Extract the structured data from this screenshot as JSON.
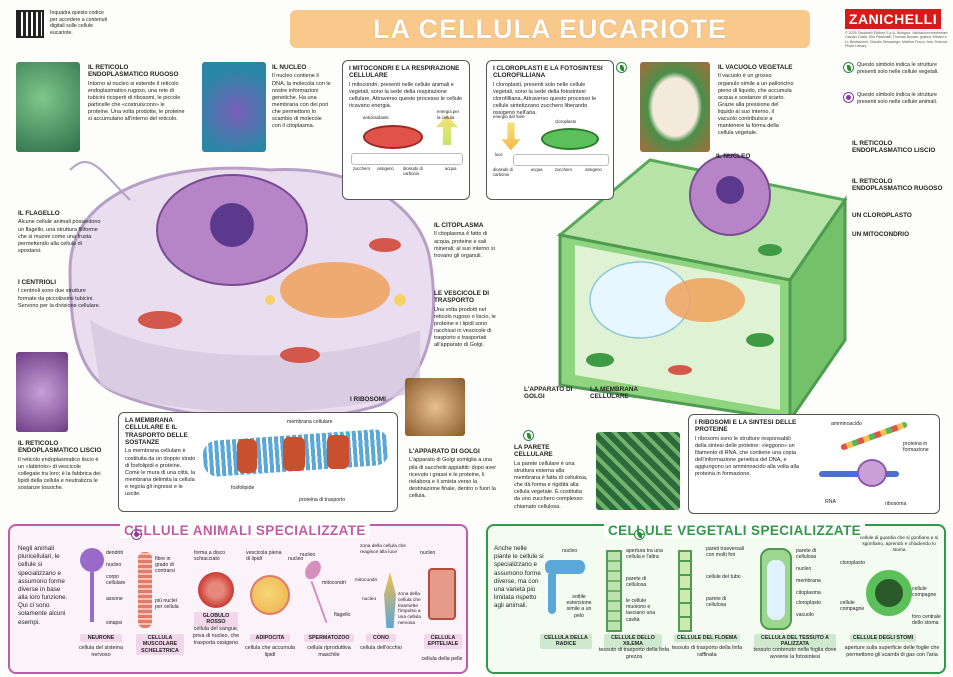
{
  "header": {
    "title": "LA CELLULA EUCARIOTE",
    "logo": "ZANICHELLI",
    "qr_text": "Inquadra questo codice per accedere a contenuti digitali sulle cellule eucariote.",
    "credits": "© 2025 Zanichelli Editore S.p.A. Bologna. Valutazioni elementari: Claudio Gatta, Elia Pastinatti; Thomas Bonato; grafica: Miriam e Li; illustrazioni: Claudio Sessarego; Martina Fusco; foto: Science Photo Library"
  },
  "legend": [
    {
      "icon": "leaf-icon",
      "text": "Questo simbolo indica le strutture presenti solo nelle cellule vegetali."
    },
    {
      "icon": "animal-cell-icon",
      "text": "Questo simbolo indica le strutture presenti solo nelle cellule animali."
    }
  ],
  "boxes": {
    "rer": {
      "title": "IL RETICOLO ENDOPLASMATICO RUGOSO",
      "text": "Intorno al nucleo si estende il reticolo endoplasmatico rugoso, una rete di tubicini ricoperti di ribosomi, le piccole particelle che «costruiscono» le proteine. Una volta prodotte, le proteine si accumulano all'interno del reticolo."
    },
    "nucleo": {
      "title": "IL NUCLEO",
      "text": "Il nucleo contiene il DNA, la molecola con le nostre informazioni genetiche. Ha una membrana con dei pori che permettono lo scambio di molecole con il citoplasma."
    },
    "mitocondri": {
      "title": "I MITOCONDRI E LA RESPIRAZIONE CELLULARE",
      "text": "I mitocondri, presenti nelle cellule animali e vegetali, sono la sede della respirazione cellulare. Attraverso questo processo le cellule ricavano energia.",
      "labels": [
        "antiossidante",
        "energia per la cellula",
        "zucchero",
        "ossigeno",
        "diossido di carbonio",
        "acqua"
      ]
    },
    "cloroplasti": {
      "title": "I CLOROPLASTI E LA FOTOSINTESI CLOROFILLIANA",
      "text": "I cloroplasti, presenti solo nelle cellule vegetali, sono la sede della fotosintesi clorofilliana. Attraverso questo processo le cellule sintetizzano zucchero liberando ossigeno nell'aria.",
      "labels": [
        "energia dal Sole",
        "cloroplasto",
        "luce",
        "diossido di carbonio",
        "acqua",
        "zucchero",
        "ossigeno"
      ]
    },
    "vacuolo": {
      "title": "IL VACUOLO VEGETALE",
      "text": "Il vacuolo è un grosso organulo simile a un palloncino pieno di liquido, che accumula acqua e sostanze di scarto. Grazie alla pressione del liquido al suo interno, il vacuolo contribuisce a mantenere la forma della cellula vegetale."
    },
    "flagello": {
      "title": "IL FLAGELLO",
      "text": "Alcune cellule animali possiedono un flagello, una struttura filiforme che si muove come una frusta permettendo alla cellula di spostarsi."
    },
    "centrioli": {
      "title": "I CENTRIOLI",
      "text": "I centrioli sono due strutture formate da piccolissimi tubicini. Servono per la divisione cellulare."
    },
    "citoplasma": {
      "title": "IL CITOPLASMA",
      "text": "Il citoplasma è fatto di acqua, proteine e sali minerali; al suo interno si trovano gli organuli."
    },
    "vescicole": {
      "title": "LE VESCICOLE DI TRASPORTO",
      "text": "Una volta prodotti nel reticolo rugoso o liscio, le proteine e i lipidi sono racchiusi in vescicole di trasporto e trasportati all'apparato di Golgi."
    },
    "rel": {
      "title": "IL RETICOLO ENDOPLASMATICO LISCIO",
      "text": "Il reticolo endoplasmatico liscio è un «labirinto» di vescicole collegate tra loro; è la fabbrica dei lipidi della cellula e neutralizza le sostanze tossiche."
    },
    "membrana": {
      "title": "LA MEMBRANA CELLULARE E IL TRASPORTO DELLE SOSTANZE",
      "text": "La membrana cellulare è costituita da un doppio strato di fosfolipidi e proteine. Come le mura di una città, la membrana delimita la cellula e regola gli ingressi e le uscite.",
      "labels": [
        "membrana cellulare",
        "fosfolipide",
        "proteina di trasporto"
      ]
    },
    "golgi": {
      "title": "L'APPARATO DI GOLGI",
      "text": "L'apparato di Golgi somiglia a una pila di sacchetti appiattiti: dopo aver ricevuto i grassi e le proteine, li rielabora e li smista verso la destinazione finale, dentro o fuori la cellula."
    },
    "parete": {
      "title": "LA PARETE CELLULARE",
      "text": "La parete cellulare è una struttura esterna alla membrana è fatta di cellulosa, che dà forma e rigidità alla cellula vegetale. È costituita da uno zucchero complesso chiamato cellulosa."
    },
    "ribosomi": {
      "title": "I RIBOSOMI E LA SINTESI DELLE PROTEINE",
      "text": "I ribosomi sono le strutture responsabili della sintesi delle proteine: «leggono» un filamento di RNA, che contiene una copia dell'informazione genetica del DNA, e aggiungono un amminoacido alla volta alla proteina in formazione.",
      "labels": [
        "amminoacido",
        "proteina in formazione",
        "RNA",
        "ribosoma"
      ]
    }
  },
  "labels": {
    "ribosomi": "I RIBOSOMI",
    "nucleo_v": "IL NUCLEO",
    "rel_v": "IL RETICOLO ENDOPLASMATICO LISCIO",
    "rer_v": "IL RETICOLO ENDOPLASMATICO RUGOSO",
    "cloroplasto_v": "UN CLOROPLASTO",
    "mitocondrio_v": "UN MITOCONDRIO",
    "golgi_v": "L'APPARATO DI GOLGI",
    "membrana_v": "LA MEMBRANA CELLULARE"
  },
  "animal_section": {
    "title": "CELLULE ANIMALI SPECIALIZZATE",
    "intro": "Negli animali pluricellulari, le cellule si specializzano e assumono forme diverse in base alla loro funzione. Qui ci sono solamente alcuni esempi.",
    "cells": [
      {
        "name": "NEURONE",
        "desc": "cellula del sistema nervoso",
        "labels": [
          "dendriti",
          "nucleo",
          "corpo cellulare",
          "assone",
          "sinapsi"
        ]
      },
      {
        "name": "CELLULA MUSCOLARE SCHELETRICA",
        "desc": "",
        "labels": [
          "fibre in grado di contrarsi",
          "più nuclei per cellula"
        ]
      },
      {
        "name": "GLOBULO ROSSO",
        "desc": "cellula del sangue, priva di nucleo, che trasporta ossigeno",
        "labels": [
          "forma a disco schiacciato"
        ]
      },
      {
        "name": "ADIPOCITA",
        "desc": "cellula che accumula lipidi",
        "labels": [
          "vescicola piena di lipidi",
          "nucleo"
        ]
      },
      {
        "name": "SPERMATOZOO",
        "desc": "cellula riproduttiva maschile",
        "labels": [
          "nucleo",
          "mitocondri",
          "flagello"
        ]
      },
      {
        "name": "CONO",
        "desc": "cellula dell'occhio",
        "labels": [
          "zona della cellula che reagisce alla luce",
          "mitocondri",
          "nucleo",
          "zona della cellula che trasmette l'impulso a una cellula nervosa"
        ]
      },
      {
        "name": "CELLULA EPITELIALE",
        "desc": "cellula della pelle",
        "labels": [
          "nucleo"
        ]
      }
    ]
  },
  "plant_section": {
    "title": "CELLULE VEGETALI SPECIALIZZATE",
    "intro": "Anche nelle piante le cellule si specializzano e assumono forme diverse, ma con una varietà più limitata rispetto agli animali.",
    "cells": [
      {
        "name": "CELLULA DELLA RADICE",
        "desc": "",
        "labels": [
          "nucleo",
          "sottile estensione simile a un pelo"
        ]
      },
      {
        "name": "CELLULE DELLO XILEMA",
        "desc": "tessuto di trasporto della linfa grezza",
        "labels": [
          "apertura tra una cellula e l'altra",
          "parete di cellulosa",
          "le cellule muoiono e lasciano una cavità"
        ]
      },
      {
        "name": "CELLULE DEL FLOEMA",
        "desc": "tessuto di trasporto della linfa raffinata",
        "labels": [
          "pareti trasversali con molti fori",
          "cellule del tubo",
          "parete di cellulosa"
        ]
      },
      {
        "name": "CELLULA DEL TESSUTO A PALIZZATA",
        "desc": "tessuto contenuto nella foglia dove avviene la fotosintesi",
        "labels": [
          "parete di cellulosa",
          "nucleo",
          "membrana",
          "citoplasma",
          "cloroplasto",
          "vacuolo"
        ]
      },
      {
        "name": "CELLULE DEGLI STOMI",
        "desc": "aperture sulla superficie delle foglie che permettono gli scambi di gas con l'aria",
        "labels": [
          "cellule di guardia che si gonfiano e si sgonfiano, aprendo e chiudendo lo stoma",
          "cloroplasto",
          "cellule compagne",
          "foro centrale dello stoma",
          "cellule compagne"
        ]
      }
    ]
  },
  "colors": {
    "title_bg": "#f9c98c",
    "logo": "#d61b1b",
    "animal_section": "#c35aa8",
    "plant_section": "#2f9a48",
    "membrane_blue": "#5aa7d8"
  }
}
